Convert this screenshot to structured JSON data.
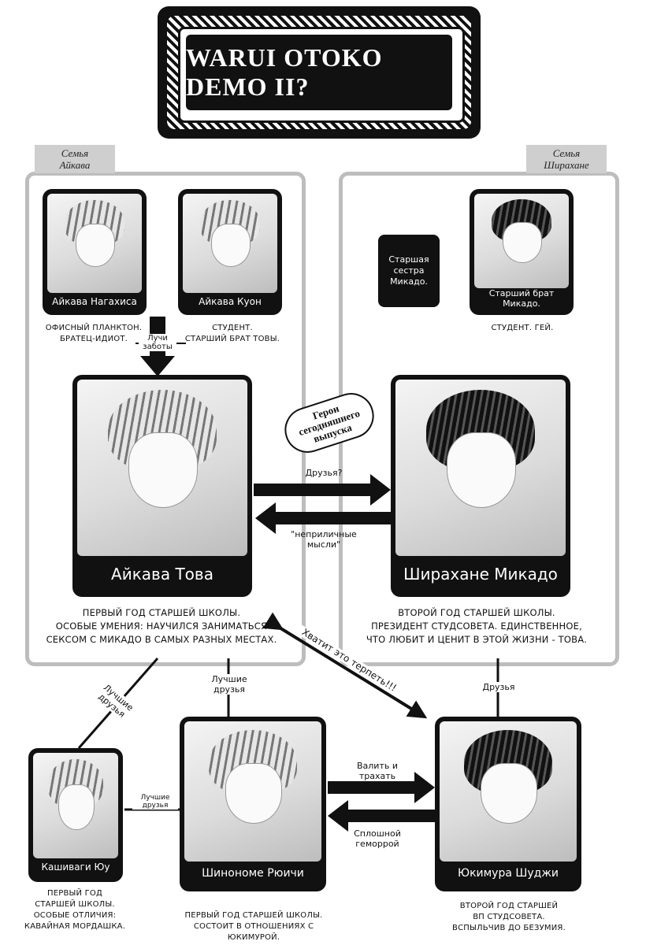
{
  "title": "WARUI OTOKO DEMO II?",
  "families": {
    "left": "Семья\nАйкава",
    "right": "Семья\nШирахане"
  },
  "characters": {
    "nagahisa": {
      "name": "Айкава Нагахиса",
      "caption": "Офисный планктон.\nБратец-идиот."
    },
    "kuon": {
      "name": "Айкава Куон",
      "caption": "Студент.\nСтарший брат Товы."
    },
    "elder_brother": {
      "name": "Старший брат Mикадо.",
      "caption": "Студент. Гей."
    },
    "elder_sister": {
      "name": "Старшая сестра Mикадо."
    },
    "towa": {
      "name": "Айкава Това",
      "caption": "Первый год старшей школы.\nОсобые умения: научился заниматься\nсексом с Mикадо в самых разных местах."
    },
    "mikado": {
      "name": "Ширахане Mикадо",
      "caption": "Второй год старшей школы.\nПрезидент студсовета. Единственное,\nчто любит и ценит в этой жизни - Това."
    },
    "yuu": {
      "name": "Кашиваги Юу",
      "caption": "Первый год\nстаршей школы.\nОсобые отличия:\nкавайная мордашка."
    },
    "ryuichi": {
      "name": "Шинономе Рюичи",
      "caption": "Первый год старшей школы.\nСостоит в отношениях с Юкимурой."
    },
    "shuji": {
      "name": "Юкимура Шуджи",
      "caption": "Второй год старшей\nВП студсовета.\nВспыльчив до безумия."
    }
  },
  "relations": {
    "care": "Лучи\nзаботы",
    "heroes": "Герои\nсегодняшнего\nвыпуска",
    "friends_q": "Друзья?",
    "indecent": "\"неприличные\nмысли\"",
    "enough": "Хватит это терпеть!!!",
    "friends": "Друзья",
    "best_friends_1": "Лучшие\nдрузья",
    "best_friends_2": "Лучшие\nдрузья",
    "best_friends_3": "Лучшие\nдрузья",
    "bully": "Валить и\nтрахать",
    "hemorrhoid": "Сплошной\nгеморрой"
  },
  "colors": {
    "ink": "#111111",
    "panel": "#bdbdbd",
    "tag": "#cfcfcf"
  }
}
